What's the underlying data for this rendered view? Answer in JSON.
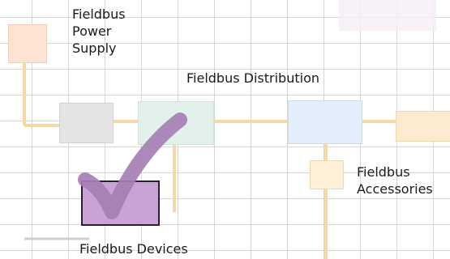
{
  "labels": {
    "power_supply": [
      "Fieldbus",
      "Power",
      "Supply"
    ],
    "distribution": "Fieldbus Distribution",
    "accessories": [
      "Fieldbus",
      "Accessories"
    ],
    "devices": "Fieldbus Devices"
  },
  "colors": {
    "line": "#f6d7a6",
    "grid": "#d6d6d6",
    "power_box": "#fce3d2",
    "gray_box": "#e4e4e4",
    "dist_box": "#e2f1e9",
    "blue_box": "#e3eefb",
    "right_box": "#fdebd0",
    "accessory_box": "#fdf0d6",
    "device_box": "#c9a2d6",
    "checkmark": "#a57fb4"
  }
}
